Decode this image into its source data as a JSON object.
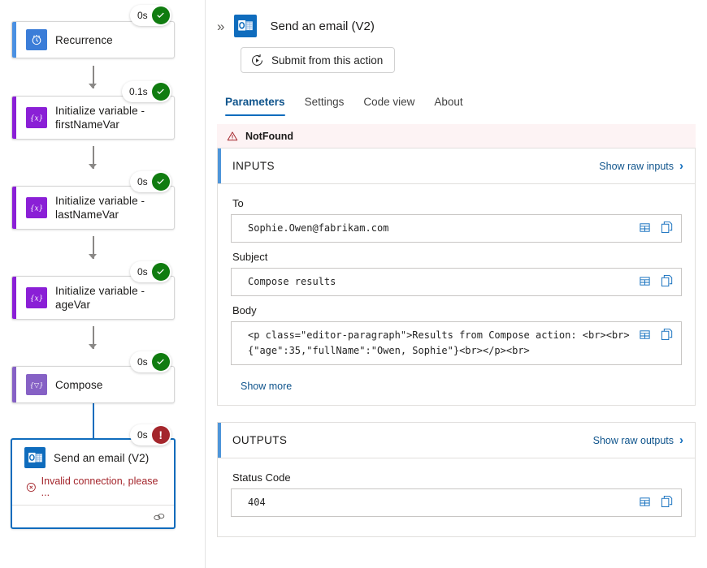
{
  "colors": {
    "accent_blue": "#0f6cbd",
    "link_blue": "#0f548c",
    "success_green": "#107c10",
    "error_red": "#a4262c",
    "purple_variable": "#8661c5",
    "outlook_blue": "#0f6cbd",
    "card_accent": "#4e95d9",
    "banner_bg": "#fdf3f4"
  },
  "flow": {
    "nodes": [
      {
        "label": "Recurrence",
        "icon": "clock-timer-icon",
        "icon_bg": "#3b7dd8",
        "accent": "#4a90e2",
        "duration": "0s",
        "status": "success",
        "selected": false
      },
      {
        "label": "Initialize variable - firstNameVar",
        "icon": "variable-braces-icon",
        "icon_bg": "#8a1fd6",
        "accent": "#8a1fd6",
        "duration": "0.1s",
        "status": "success",
        "selected": false
      },
      {
        "label": "Initialize variable - lastNameVar",
        "icon": "variable-braces-icon",
        "icon_bg": "#8a1fd6",
        "accent": "#8a1fd6",
        "duration": "0s",
        "status": "success",
        "selected": false
      },
      {
        "label": "Initialize variable - ageVar",
        "icon": "variable-braces-icon",
        "icon_bg": "#8a1fd6",
        "accent": "#8a1fd6",
        "duration": "0s",
        "status": "success",
        "selected": false
      },
      {
        "label": "Compose",
        "icon": "compose-braces-icon",
        "icon_bg": "#8661c5",
        "accent": "#8661c5",
        "duration": "0s",
        "status": "success",
        "selected": false
      },
      {
        "label": "Send an email (V2)",
        "icon": "outlook-icon",
        "icon_bg": "#0f6cbd",
        "accent": "#0f6cbd",
        "duration": "0s",
        "status": "error",
        "selected": true,
        "error_text": "Invalid connection, please ...",
        "footer_icon": "link-chain-icon"
      }
    ]
  },
  "panel": {
    "collapse_icon": "double-chevron-right-icon",
    "header_icon": "outlook-icon",
    "title": "Send an email (V2)",
    "submit_button": {
      "label": "Submit from this action",
      "icon": "resubmit-play-icon"
    },
    "tabs": [
      {
        "label": "Parameters",
        "active": true
      },
      {
        "label": "Settings",
        "active": false
      },
      {
        "label": "Code view",
        "active": false
      },
      {
        "label": "About",
        "active": false
      }
    ],
    "error_banner": {
      "icon": "warning-triangle-icon",
      "text": "NotFound"
    },
    "inputs_card": {
      "title": "INPUTS",
      "show_raw_label": "Show raw inputs",
      "show_raw_icon": "chevron-right-icon",
      "fields": [
        {
          "label": "To",
          "value": "Sophie.Owen@fabrikam.com"
        },
        {
          "label": "Subject",
          "value": "Compose results"
        },
        {
          "label": "Body",
          "value": "<p class=\"editor-paragraph\">Results from Compose action: <br><br>{\"age\":35,\"fullName\":\"Owen, Sophie\"}<br></p><br>"
        }
      ],
      "show_more_label": "Show more",
      "field_action_icons": [
        "table-view-icon",
        "copy-icon"
      ]
    },
    "outputs_card": {
      "title": "OUTPUTS",
      "show_raw_label": "Show raw outputs",
      "show_raw_icon": "chevron-right-icon",
      "fields": [
        {
          "label": "Status Code",
          "value": "404"
        }
      ],
      "field_action_icons": [
        "table-view-icon",
        "copy-icon"
      ]
    }
  }
}
